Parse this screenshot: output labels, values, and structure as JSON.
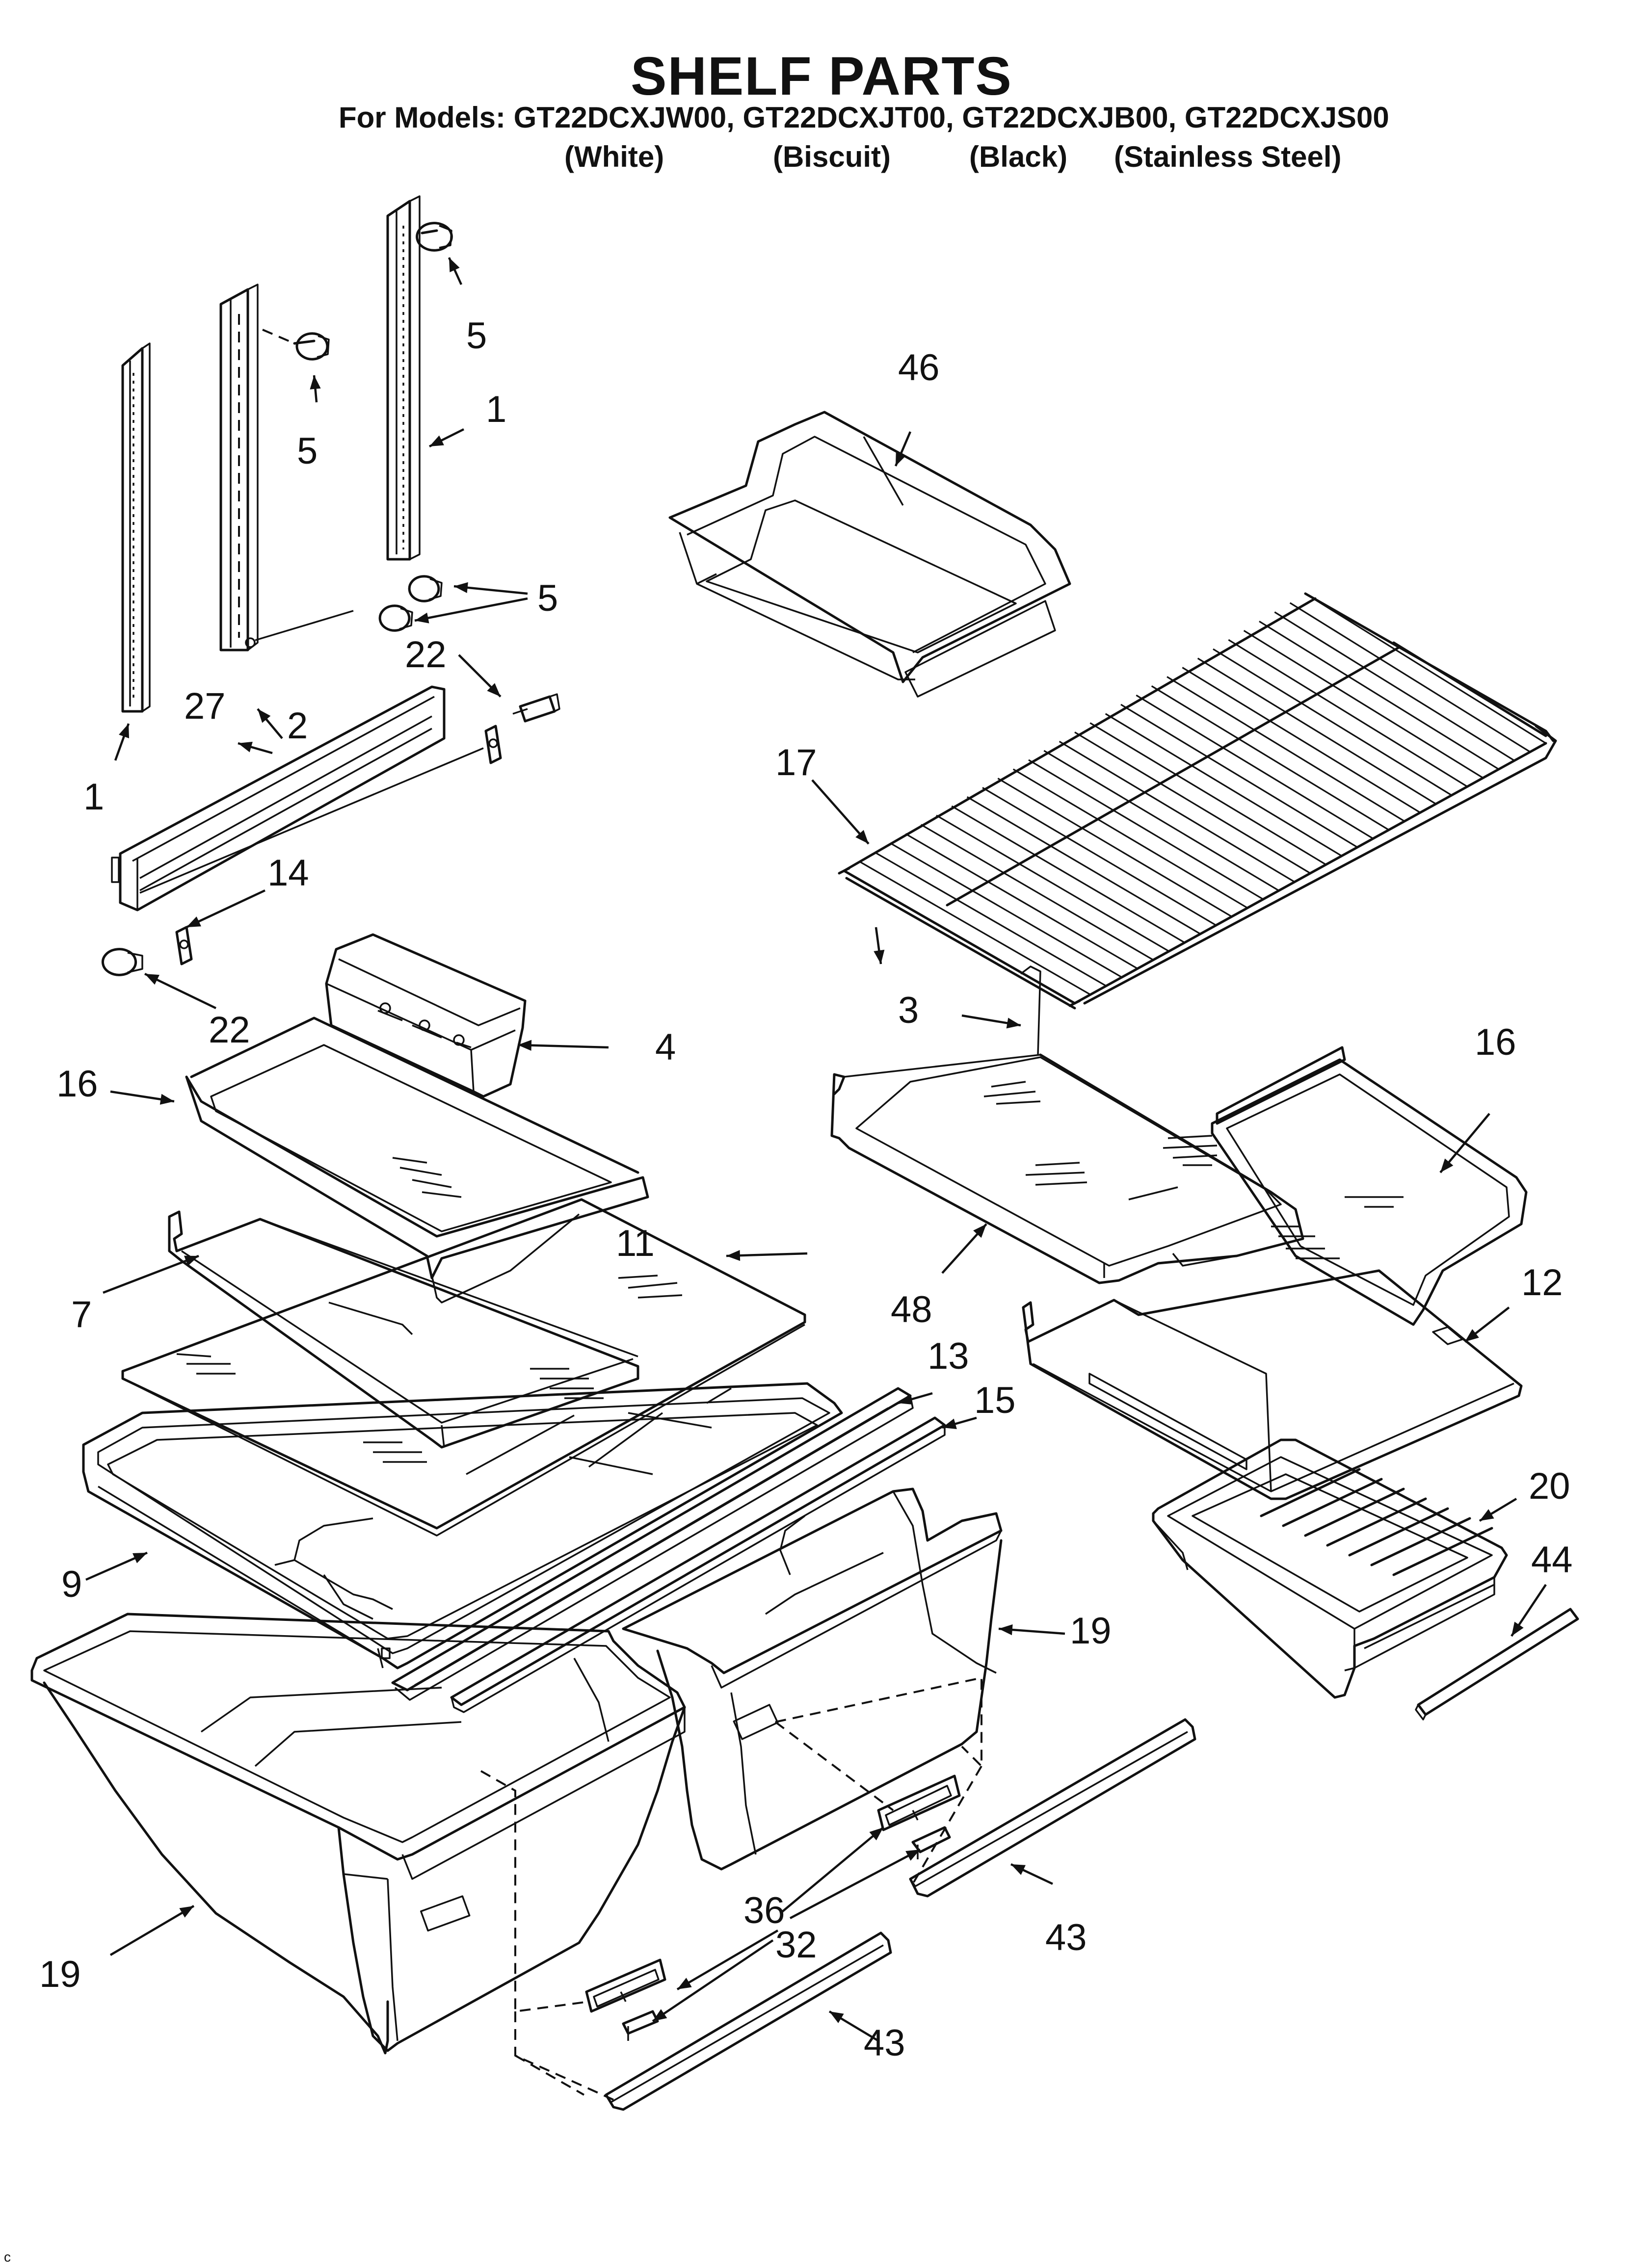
{
  "header": {
    "title": "SHELF PARTS",
    "models_line": "For Models: GT22DCXJW00, GT22DCXJT00, GT22DCXJB00, GT22DCXJS00",
    "variants": [
      "(White)",
      "(Biscuit)",
      "(Black)",
      "(Stainless Steel)"
    ]
  },
  "callouts": {
    "c1a": "1",
    "c1b": "1",
    "c2": "2",
    "c27": "27",
    "c5a": "5",
    "c5b": "5",
    "c5c": "5",
    "c22a": "22",
    "c22b": "22",
    "c14": "14",
    "c46": "46",
    "c17": "17",
    "c3": "3",
    "c4": "4",
    "c16a": "16",
    "c16b": "16",
    "c11": "11",
    "c7": "7",
    "c48": "48",
    "c12": "12",
    "c13": "13",
    "c15": "15",
    "c9": "9",
    "c20": "20",
    "c44": "44",
    "c19a": "19",
    "c19b": "19",
    "c36": "36",
    "c32": "32",
    "c43a": "43",
    "c43b": "43"
  },
  "footer": {
    "corner_mark": "c"
  }
}
